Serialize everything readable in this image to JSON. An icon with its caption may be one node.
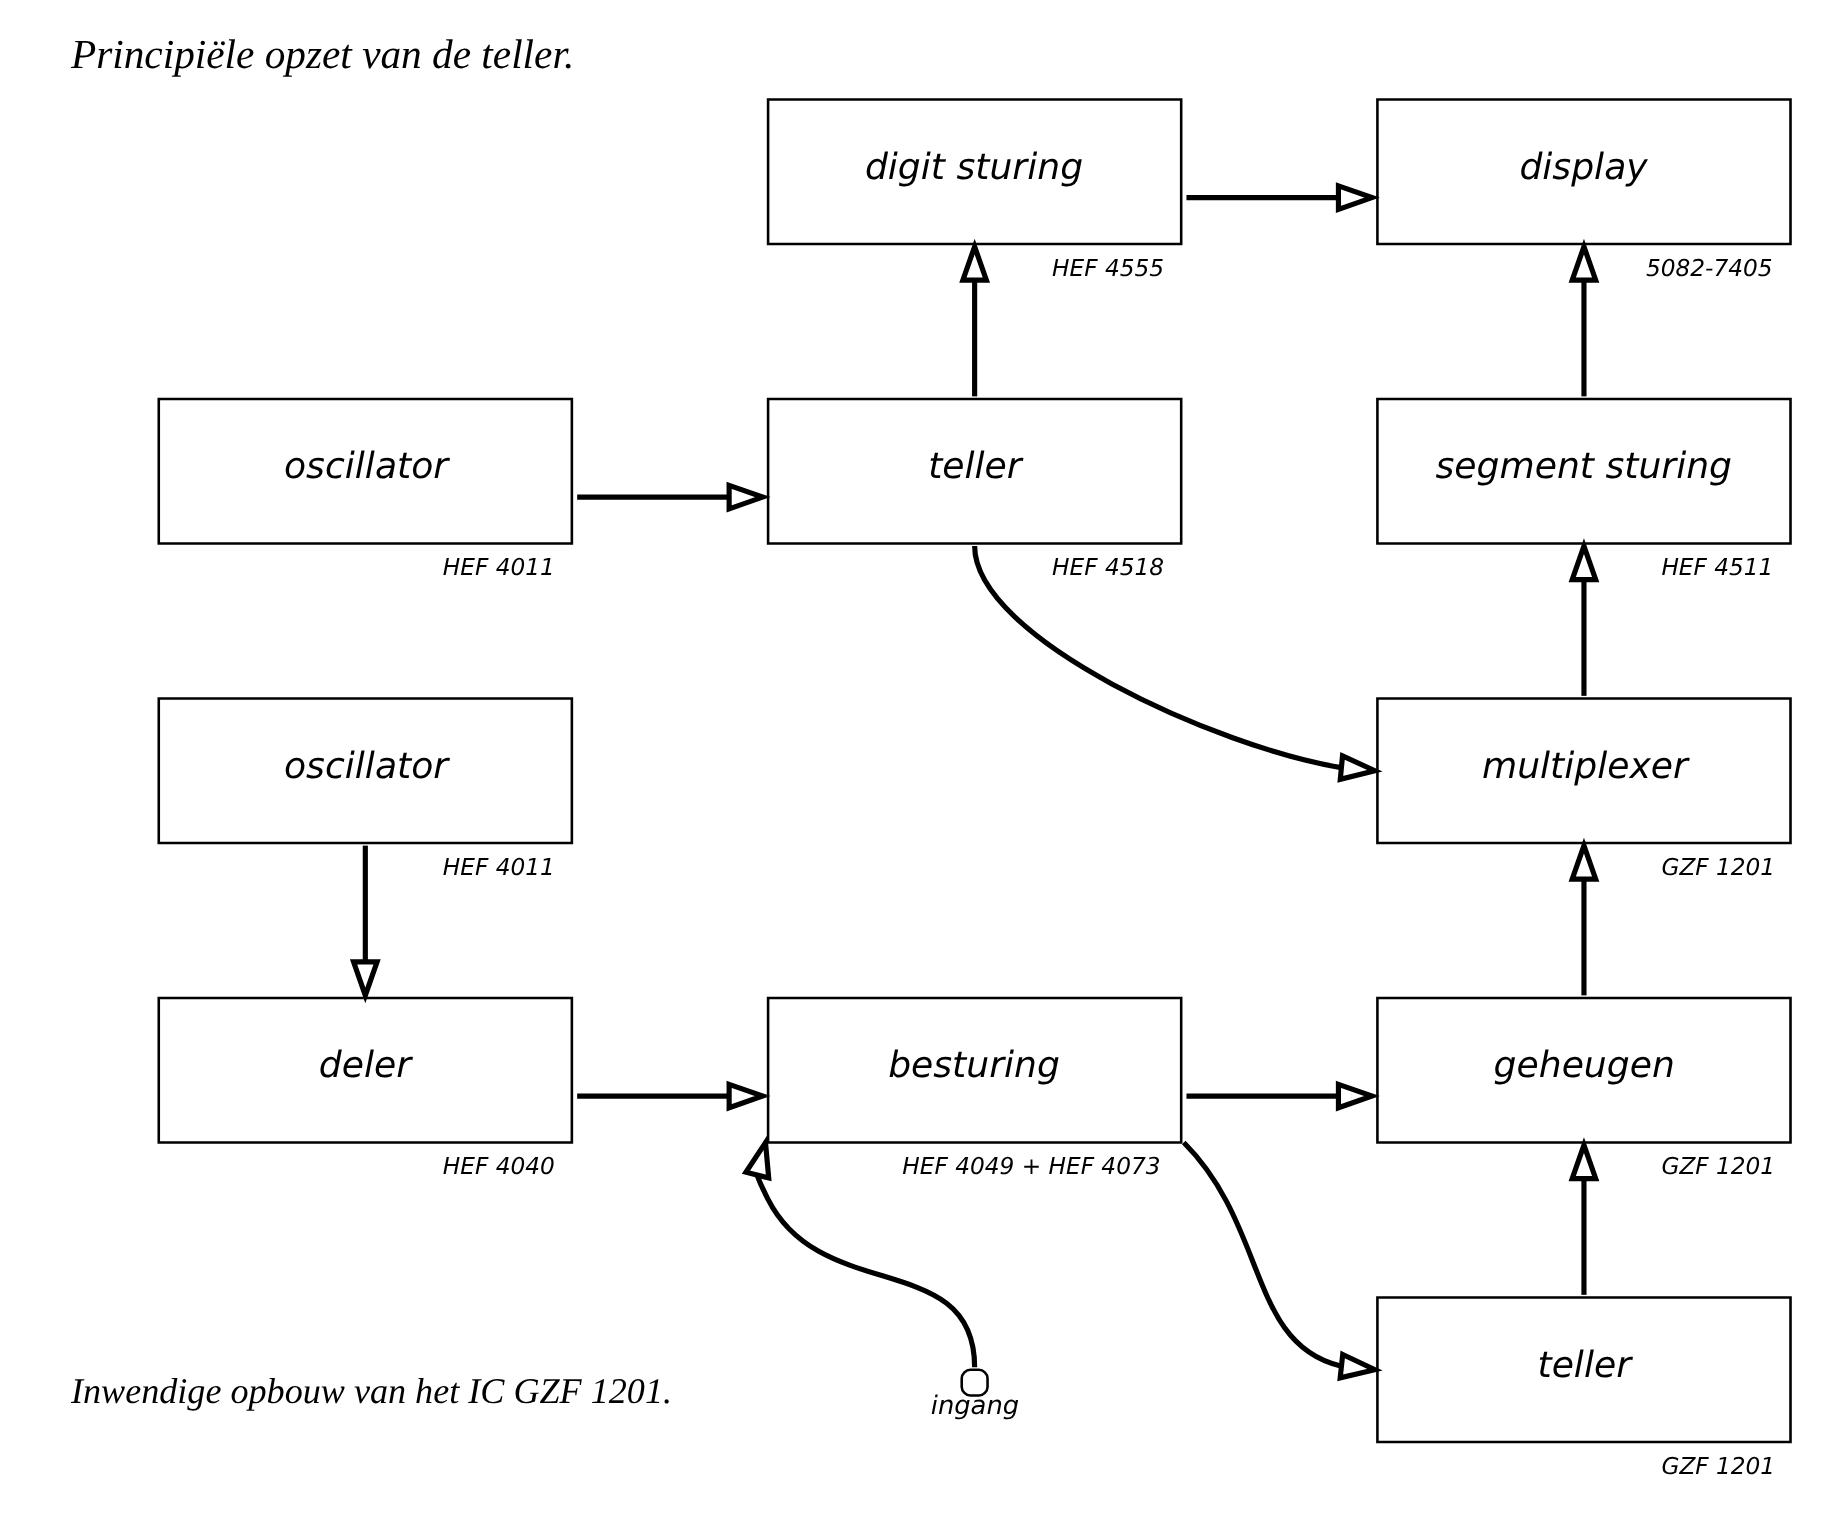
{
  "diagram": {
    "title": "Principiële opzet van de teller.",
    "nodes": [
      {
        "text": [
          "oscillator"
        ],
        "beside": [
          "HEF 4011"
        ]
      },
      {
        "text": [
          "digit sturing"
        ],
        "beside": [
          "HEF 4555"
        ]
      },
      {
        "text": [
          "display"
        ],
        "beside": [
          "5082-7405"
        ]
      },
      {
        "text": [
          "teller"
        ],
        "beside": [
          "HEF 4518"
        ]
      },
      {
        "text": [
          "segment sturing"
        ],
        "beside": [
          "HEF 4511"
        ]
      },
      {
        "text": [
          "oscillator"
        ],
        "beside": [
          "HEF 4011"
        ]
      },
      {
        "text": [
          "multiplexer"
        ],
        "beside": [
          "GZF 1201"
        ]
      },
      {
        "text": [
          "deler"
        ],
        "beside": [
          "HEF 4040"
        ]
      },
      {
        "text": [
          "besturing"
        ],
        "beside": [
          "HEF 4049 + HEF 4073"
        ]
      },
      {
        "text": [
          "geheugen"
        ],
        "beside": [
          "GZF 1201"
        ]
      },
      {
        "text": [
          "ingang"
        ]
      },
      {
        "text": [
          "teller"
        ],
        "beside": [
          "GZF 1201"
        ]
      }
    ],
    "edges": [
      {
        "from": 0,
        "to": 3,
        "arrow": "to"
      },
      {
        "from": 3,
        "to": 1,
        "arrow": "to"
      },
      {
        "from": 1,
        "to": 2,
        "arrow": "to"
      },
      {
        "from": 4,
        "to": 2,
        "arrow": "to"
      },
      {
        "from": 3,
        "to": 6,
        "arrow": "to"
      },
      {
        "from": 6,
        "to": 4,
        "arrow": "to"
      },
      {
        "from": 5,
        "to": 7,
        "arrow": "to"
      },
      {
        "from": 7,
        "to": 8,
        "arrow": "to"
      },
      {
        "from": 8,
        "to": 9,
        "arrow": "to"
      },
      {
        "from": 9,
        "to": 6,
        "arrow": "to"
      },
      {
        "from": 8,
        "to": 11,
        "arrow": "to"
      },
      {
        "from": 11,
        "to": 9,
        "arrow": "to"
      },
      {
        "from": 10,
        "to": 8,
        "arrow": "to"
      }
    ],
    "labels": [
      "Inwendige opbouw van het IC GZF 1201."
    ]
  }
}
